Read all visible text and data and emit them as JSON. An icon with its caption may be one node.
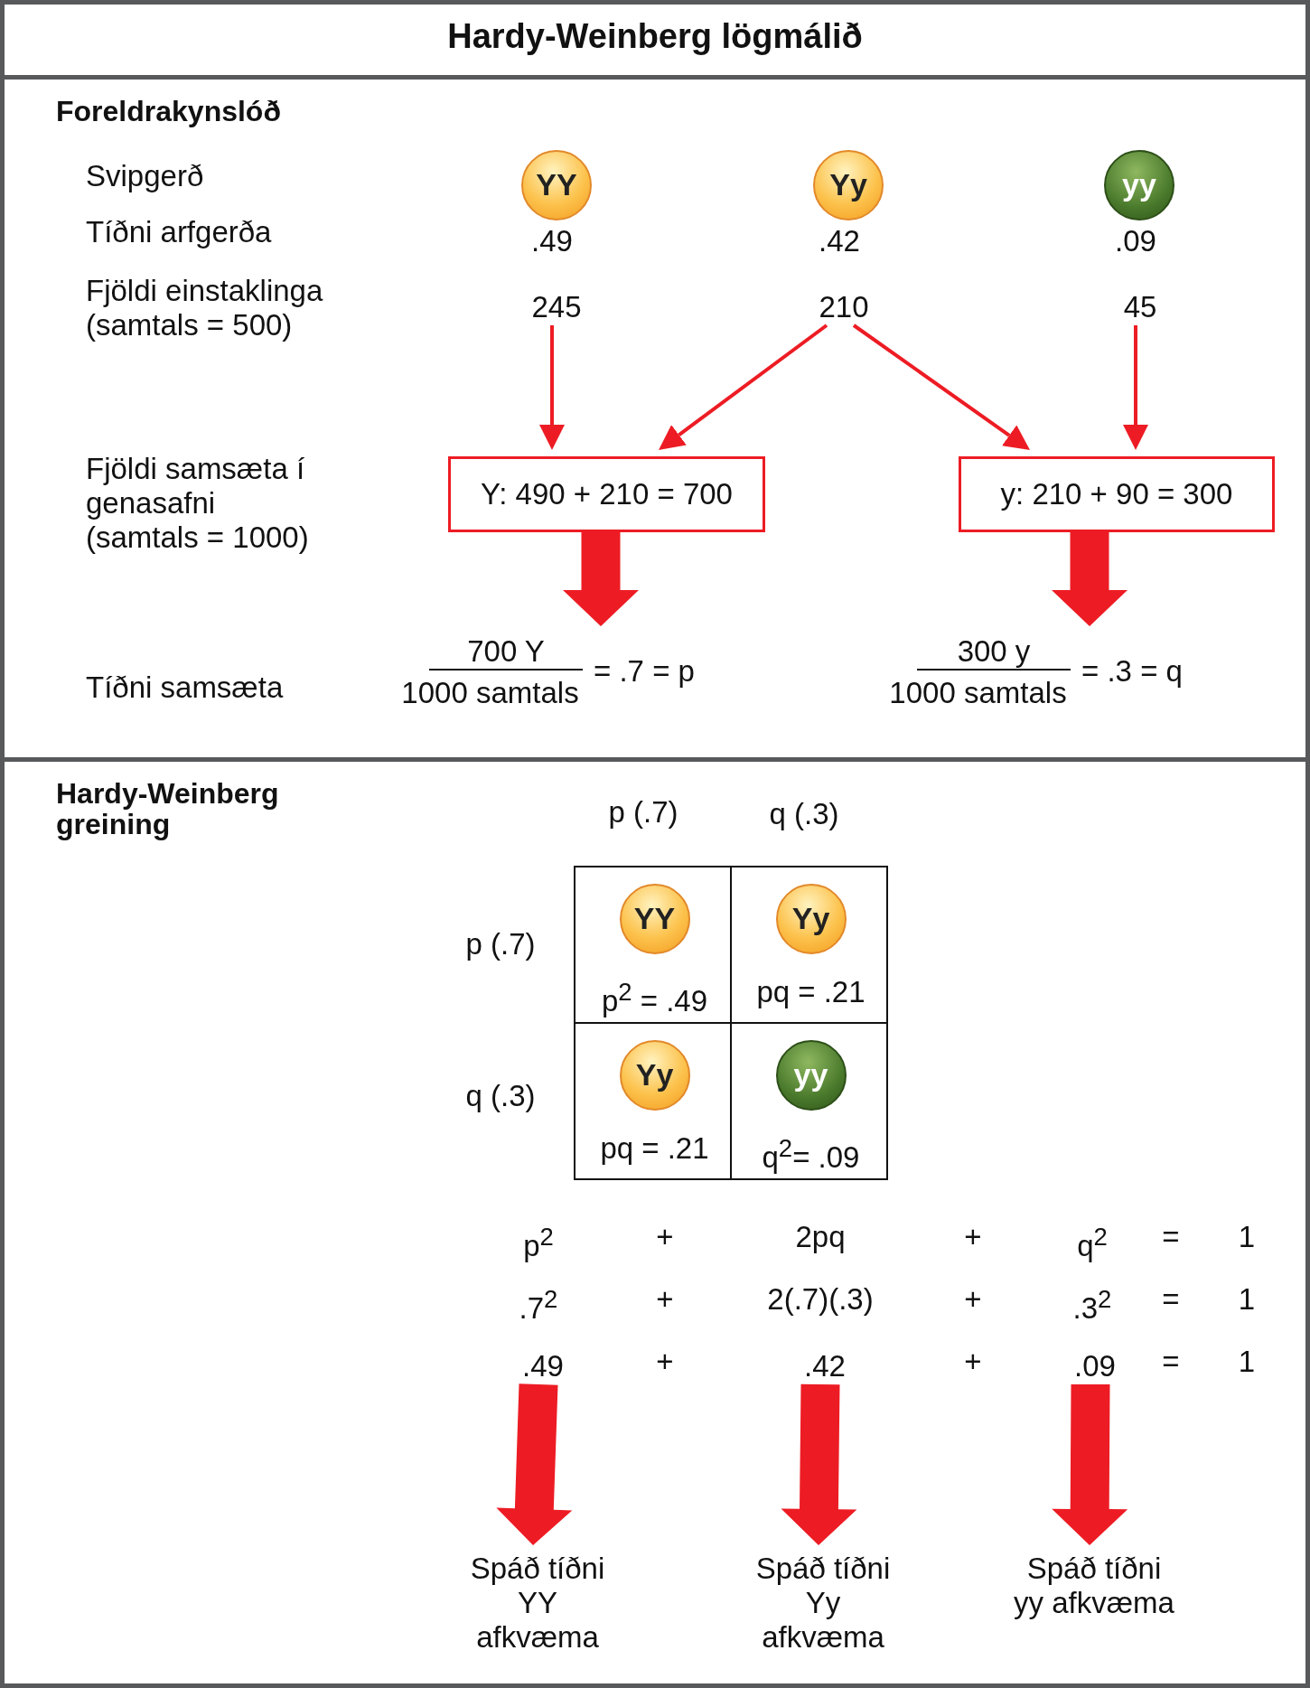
{
  "diagram": {
    "title": "Hardy-Weinberg lögmálið",
    "nodes": [
      {
        "text": [
          "Foreldrakynslóð"
        ]
      },
      {
        "text": [
          "YY"
        ],
        "in": 0
      },
      {
        "text": [
          "Yy"
        ],
        "in": 0
      },
      {
        "text": [
          "yy"
        ],
        "in": 0
      },
      {
        "text": [
          "245"
        ],
        "in": 0
      },
      {
        "text": [
          "210"
        ],
        "in": 0
      },
      {
        "text": [
          "45"
        ],
        "in": 0
      },
      {
        "text": [
          "Y: 490 + 210 = 700"
        ],
        "in": 0
      },
      {
        "text": [
          "y: 210 + 90 = 300"
        ],
        "in": 0
      },
      {
        "text": [
          "700 Y",
          "1000 samtals",
          "= .7 = p"
        ],
        "in": 0
      },
      {
        "text": [
          "300 y",
          "1000 samtals",
          "= .3 = q"
        ],
        "in": 0
      },
      {
        "text": [
          "Hardy-Weinberg greining"
        ]
      },
      {
        "text": [
          "YY",
          "p$^{2}$ = .49"
        ],
        "in": 11
      },
      {
        "text": [
          "Yy",
          "pq = .21"
        ],
        "in": 11
      },
      {
        "text": [
          "Yy",
          "pq = .21"
        ],
        "in": 11
      },
      {
        "text": [
          "yy",
          "q$^{2}$= .09"
        ],
        "in": 11
      },
      {
        "text": [
          ".49"
        ],
        "in": 11
      },
      {
        "text": [
          ".42"
        ],
        "in": 11
      },
      {
        "text": [
          ".09"
        ],
        "in": 11
      },
      {
        "text": [
          "Spáð tíðni YY afkvæma"
        ],
        "in": 11
      },
      {
        "text": [
          "Spáð tíðni Yy afkvæma"
        ],
        "in": 11
      },
      {
        "text": [
          "Spáð tíðni yy afkvæma"
        ],
        "in": 11
      }
    ],
    "edges": [
      {
        "from": 4,
        "to": 7,
        "arrow": "to"
      },
      {
        "from": 5,
        "to": 7,
        "arrow": "to"
      },
      {
        "from": 5,
        "to": 8,
        "arrow": "to"
      },
      {
        "from": 6,
        "to": 8,
        "arrow": "to"
      },
      {
        "from": 7,
        "to": 9,
        "arrow": "to",
        "style": "thick"
      },
      {
        "from": 8,
        "to": 10,
        "arrow": "to",
        "style": "thick"
      },
      {
        "from": 16,
        "to": 19,
        "arrow": "to",
        "style": "thick"
      },
      {
        "from": 17,
        "to": 20,
        "arrow": "to",
        "style": "thick"
      },
      {
        "from": 18,
        "to": 21,
        "arrow": "to",
        "style": "thick"
      }
    ],
    "labels": [
      "Svipgerð",
      "Tíðni arfgerða",
      ".49",
      ".42",
      ".09",
      "Fjöldi einstaklinga (samtals = 500)",
      "Fjöldi samsæta í genasafni (samtals = 1000)",
      "Tíðni samsæta",
      "p (.7)",
      "q (.3)",
      "p (.7)",
      "q (.3)",
      "p$^{2}$",
      "+",
      "2pq",
      "+",
      "q$^{2}$",
      "=",
      "1",
      ".7$^{2}$",
      "+",
      "2(.7)(.3)",
      "+",
      ".3$^{2}$",
      "=",
      "1",
      "+",
      "+",
      "=",
      "1"
    ]
  }
}
